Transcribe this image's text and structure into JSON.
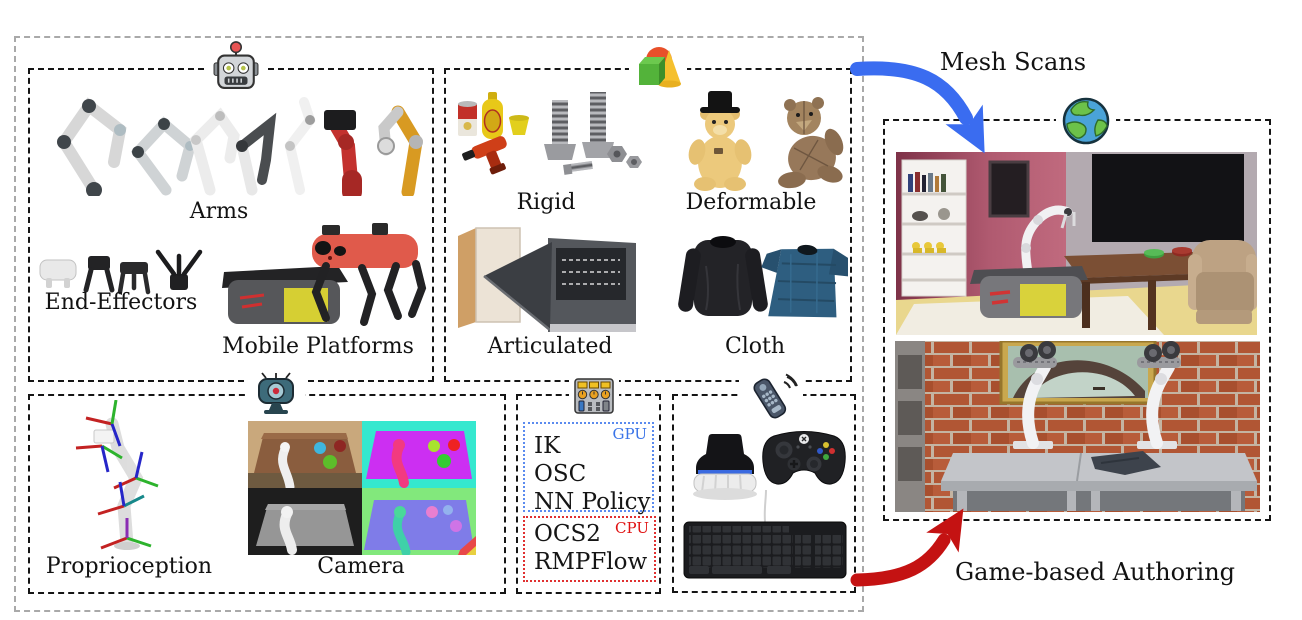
{
  "figure": {
    "robots": {
      "icon": "robot-icon",
      "arms_label": "Arms",
      "end_effectors_label": "End-Effectors",
      "mobile_platforms_label": "Mobile Platforms"
    },
    "objects": {
      "icon": "shapes-icon",
      "rigid_label": "Rigid",
      "deformable_label": "Deformable",
      "articulated_label": "Articulated",
      "cloth_label": "Cloth"
    },
    "sensing": {
      "icon": "webcam-icon",
      "proprioception_label": "Proprioception",
      "camera_label": "Camera"
    },
    "controllers": {
      "icon": "control-panel-icon",
      "gpu": {
        "badge": "GPU",
        "color": "#3a74e8",
        "items": [
          "IK",
          "OSC",
          "NN Policy"
        ]
      },
      "cpu": {
        "badge": "CPU",
        "color": "#e01212",
        "items": [
          "OCS2",
          "RMPFlow"
        ]
      }
    },
    "teleop": {
      "icon": "remote-icon",
      "devices": [
        "spacemouse",
        "game-controller",
        "keyboard"
      ]
    },
    "scenes": {
      "icon": "earth-icon",
      "views": [
        "living-room-mobile-manipulator",
        "dual-arm-cloth-table"
      ]
    },
    "annotations": {
      "mesh_scans": {
        "label": "Mesh Scans",
        "arrow_color": "#3a6cf0"
      },
      "game_authoring": {
        "label": "Game-based Authoring",
        "arrow_color": "#c41212"
      }
    }
  }
}
